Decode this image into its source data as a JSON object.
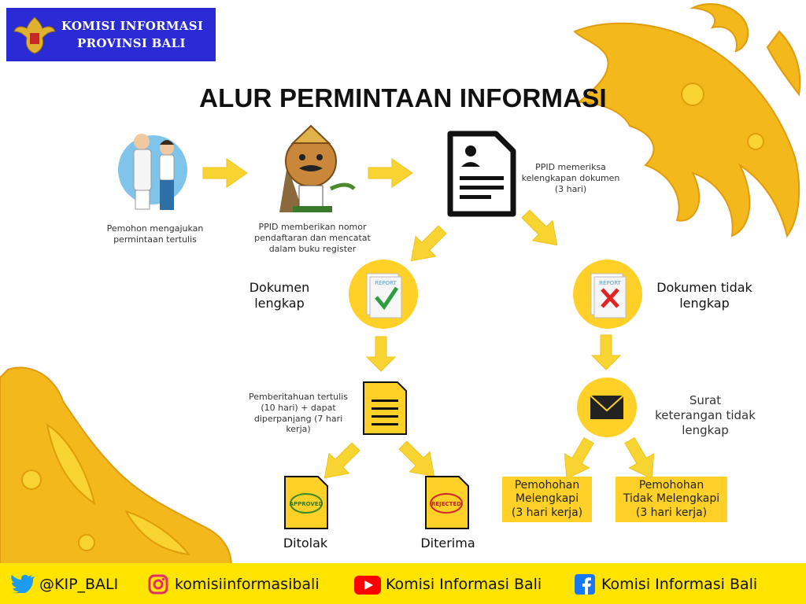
{
  "header": {
    "org_line1": "KOMISI INFORMASI",
    "org_line2": "PROVINSI BALI",
    "logo_icon": "garuda-emblem-icon",
    "badge_color": "#2b2bd6"
  },
  "title": "ALUR PERMINTAAN INFORMASI",
  "flow": {
    "step1": {
      "icon": "applicant-couple-icon",
      "label": "Pemohon mengajukan\npermintaan tertulis"
    },
    "step2": {
      "icon": "ppid-officer-icon",
      "label": "PPID memberikan nomor\npendaftaran dan mencatat\ndalam buku register"
    },
    "step3": {
      "icon": "document-profile-icon",
      "label": "PPID memeriksa\nkelengkapan dokumen\n(3 hari)"
    },
    "complete": {
      "icon": "report-check-icon",
      "report_text": "REPORT",
      "label": "Dokumen\nlengkap",
      "notice_icon": "notice-document-icon",
      "notice_label": "Pemberitahuan tertulis\n(10 hari) + dapat\ndiperpanjang (7 hari\nkerja)",
      "outcome_a": {
        "icon": "approved-stamp-icon",
        "stamp": "APPROVED",
        "label": "Ditolak"
      },
      "outcome_b": {
        "icon": "rejected-stamp-icon",
        "stamp": "REJECTED",
        "label": "Diterima"
      }
    },
    "incomplete": {
      "icon": "report-cross-icon",
      "report_text": "REPORT",
      "label": "Dokumen tidak\nlengkap",
      "letter_icon": "envelope-icon",
      "letter_label": "Surat\nketerangan tidak\nlengkap",
      "box_a": "Pemohohan\nMelengkapi\n(3 hari kerja)",
      "box_b": "Pemohohan\nTidak Melengkapi\n(3 hari kerja)"
    }
  },
  "footer": {
    "twitter": {
      "icon": "twitter-icon",
      "text": "@KIP_BALI"
    },
    "instagram": {
      "icon": "instagram-icon",
      "text": "komisiinformasibali"
    },
    "youtube": {
      "icon": "youtube-icon",
      "text": "Komisi Informasi Bali"
    },
    "facebook": {
      "icon": "facebook-icon",
      "text": "Komisi Informasi Bali"
    }
  },
  "colors": {
    "accent_yellow": "#ffd028",
    "footer_yellow": "#ffe400",
    "ornament_gold": "#f2b81c",
    "check_green": "#2e9e3e",
    "cross_red": "#e02424"
  }
}
